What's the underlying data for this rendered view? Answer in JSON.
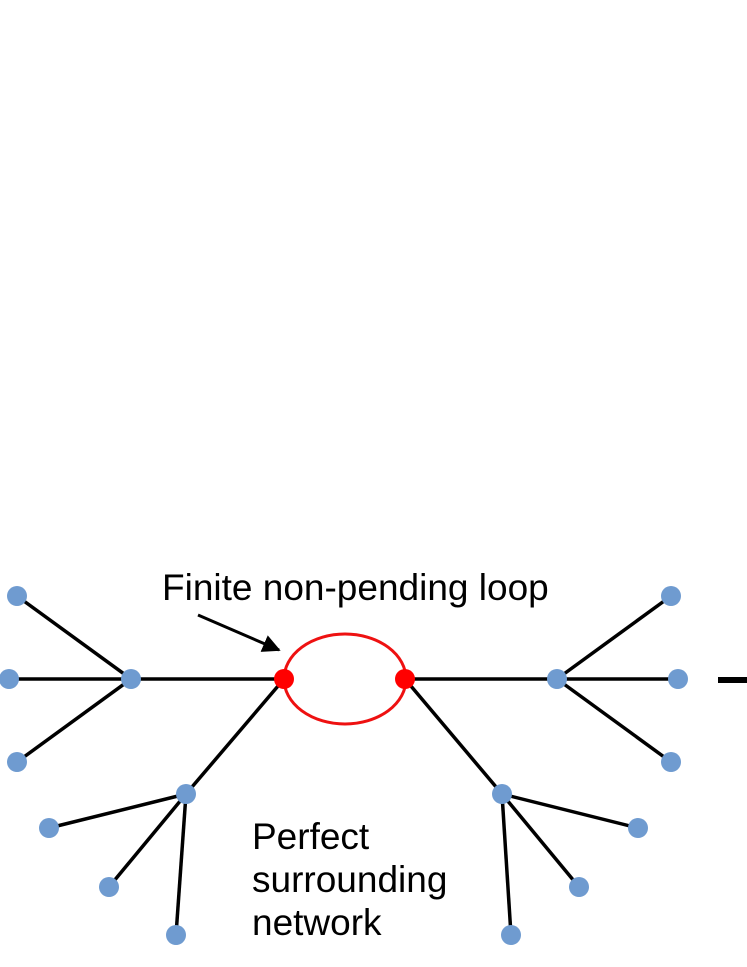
{
  "labels": {
    "loop": "Finite non-pending loop",
    "network_line1": "Perfect",
    "network_line2": "surrounding",
    "network_line3": "network"
  },
  "colors": {
    "loop": "#ee1111",
    "loop_node": "#ff0000",
    "network_node": "#6f9bd0",
    "edge": "#000000",
    "text": "#000000"
  }
}
